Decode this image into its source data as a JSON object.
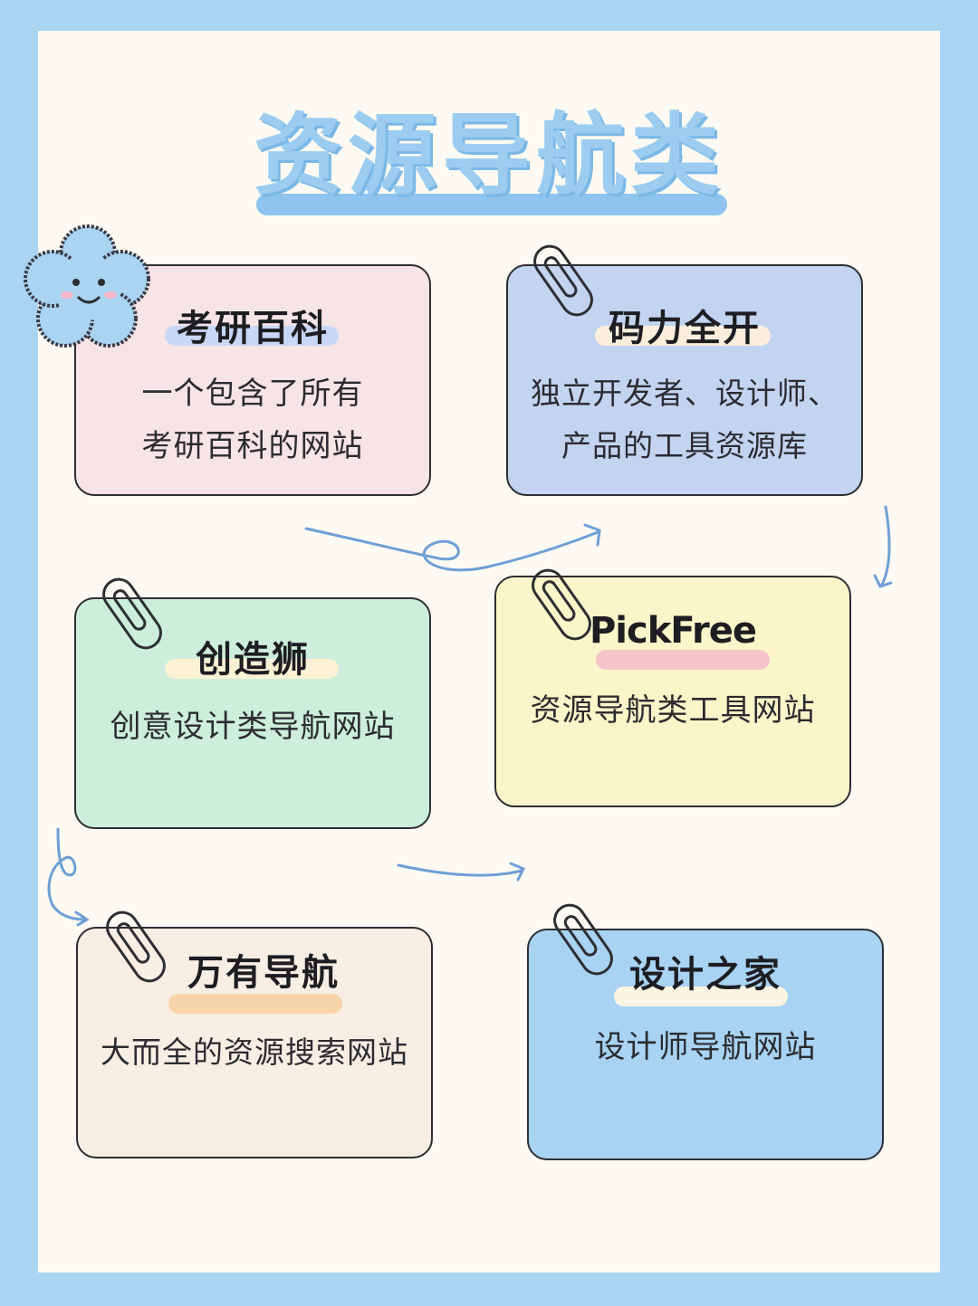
{
  "page": {
    "title": "资源导航类"
  },
  "colors": {
    "border": "#a9d4f2",
    "paper": "#fcfaf2",
    "title": "#9ccdf1",
    "arrow": "#6f9fd6"
  },
  "cards": [
    {
      "id": "kaoyan",
      "title": "考研百科",
      "desc_lines": [
        "一个包含了所有",
        "考研百科的网站"
      ],
      "bg": "#f7e4e6",
      "highlight": "#c9d7f6"
    },
    {
      "id": "mali",
      "title": "码力全开",
      "desc_lines": [
        "独立开发者、设计师、",
        "产品的工具资源库"
      ],
      "bg": "#c3d4f1",
      "highlight": "#fbeedd"
    },
    {
      "id": "chuangzaoshi",
      "title": "创造狮",
      "desc_lines": [
        "创意设计类导航网站"
      ],
      "bg": "#cdeedb",
      "highlight": "#fbf2d6"
    },
    {
      "id": "pickfree",
      "title": "PickFree",
      "desc_lines": [
        "资源导航类工具网站"
      ],
      "bg": "#fbf6c9",
      "highlight": "#f6c4cb"
    },
    {
      "id": "wanyou",
      "title": "万有导航",
      "desc_lines": [
        "大而全的资源搜索网站"
      ],
      "bg": "#f8eee4",
      "highlight": "#f7d5a8"
    },
    {
      "id": "shejizhijia",
      "title": "设计之家",
      "desc_lines": [
        "设计师导航网站"
      ],
      "bg": "#a8d3f3",
      "highlight": "#fcf5e3"
    }
  ],
  "icons": {
    "clip": "paperclip-icon",
    "flower": "smiling-flower-icon",
    "arrow": "curly-arrow-icon"
  }
}
